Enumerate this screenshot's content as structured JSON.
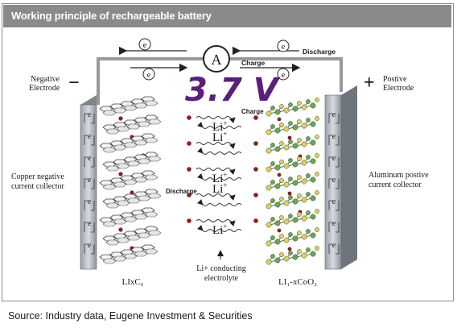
{
  "title": "Working principle of rechargeable battery",
  "source": "Source: Industry data, Eugene Investment & Securities",
  "ammeter": "A",
  "electron_symbol": "e",
  "handwritten_annotation": "3.7 V",
  "arrows": {
    "discharge_top": "Discharge",
    "charge_top": "Charge",
    "charge_mid": "Charge",
    "discharge_mid": "Discharge"
  },
  "negative": {
    "sign": "−",
    "label_line1": "Negative",
    "label_line2": "Electrode",
    "collector_line1": "Copper negative",
    "collector_line2": "current collector",
    "material": "LIxC₆"
  },
  "positive": {
    "sign": "+",
    "label_line1": "Postive",
    "label_line2": "Electrode",
    "collector_line1": "Aluminum postive",
    "collector_line2": "current collector",
    "material": "LI₁-xCoO₂"
  },
  "ion_label": "Li",
  "ion_charge": "+",
  "electrolyte_line1": "Li+ conducting",
  "electrolyte_line2": "electrolyte",
  "colors": {
    "title_bar": "#8a8a8a",
    "annotation": "#5b1f7a",
    "ion_dot": "#8b1e1e",
    "cobalt_yellow": "#d8d35a",
    "oxygen_green": "#6aa84f",
    "plate": "#b8bcc4"
  }
}
